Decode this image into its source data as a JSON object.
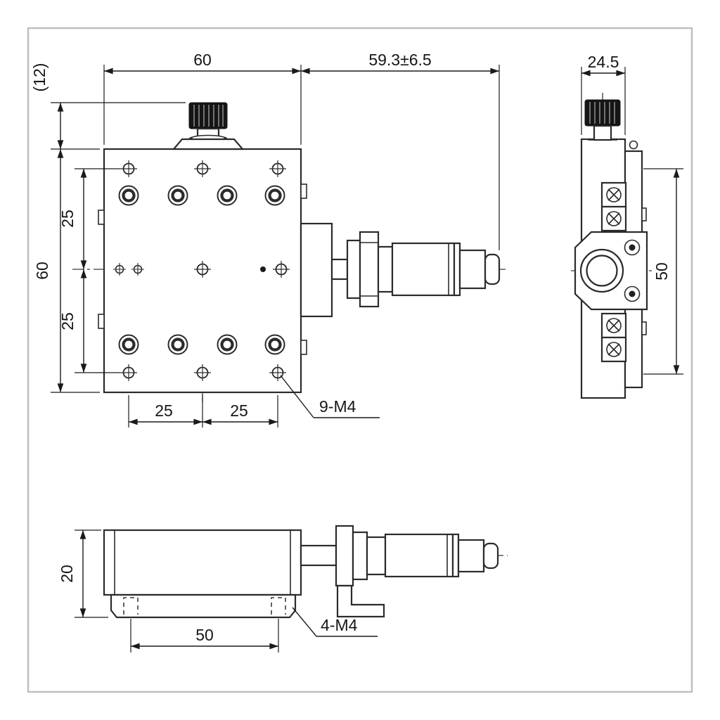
{
  "front_view": {
    "dim_width_top": "60",
    "dim_extension": "59.3±6.5",
    "dim_knob_height": "(12)",
    "dim_body_height": "60",
    "dim_pitch_upper": "25",
    "dim_pitch_lower": "25",
    "dim_pitch_left": "25",
    "dim_pitch_right": "25",
    "callout_threads": "9-M4"
  },
  "side_view": {
    "dim_width": "24.5",
    "dim_hole_span": "50"
  },
  "bottom_view": {
    "dim_thickness": "20",
    "dim_hole_span": "50",
    "callout_threads": "4-M4"
  }
}
